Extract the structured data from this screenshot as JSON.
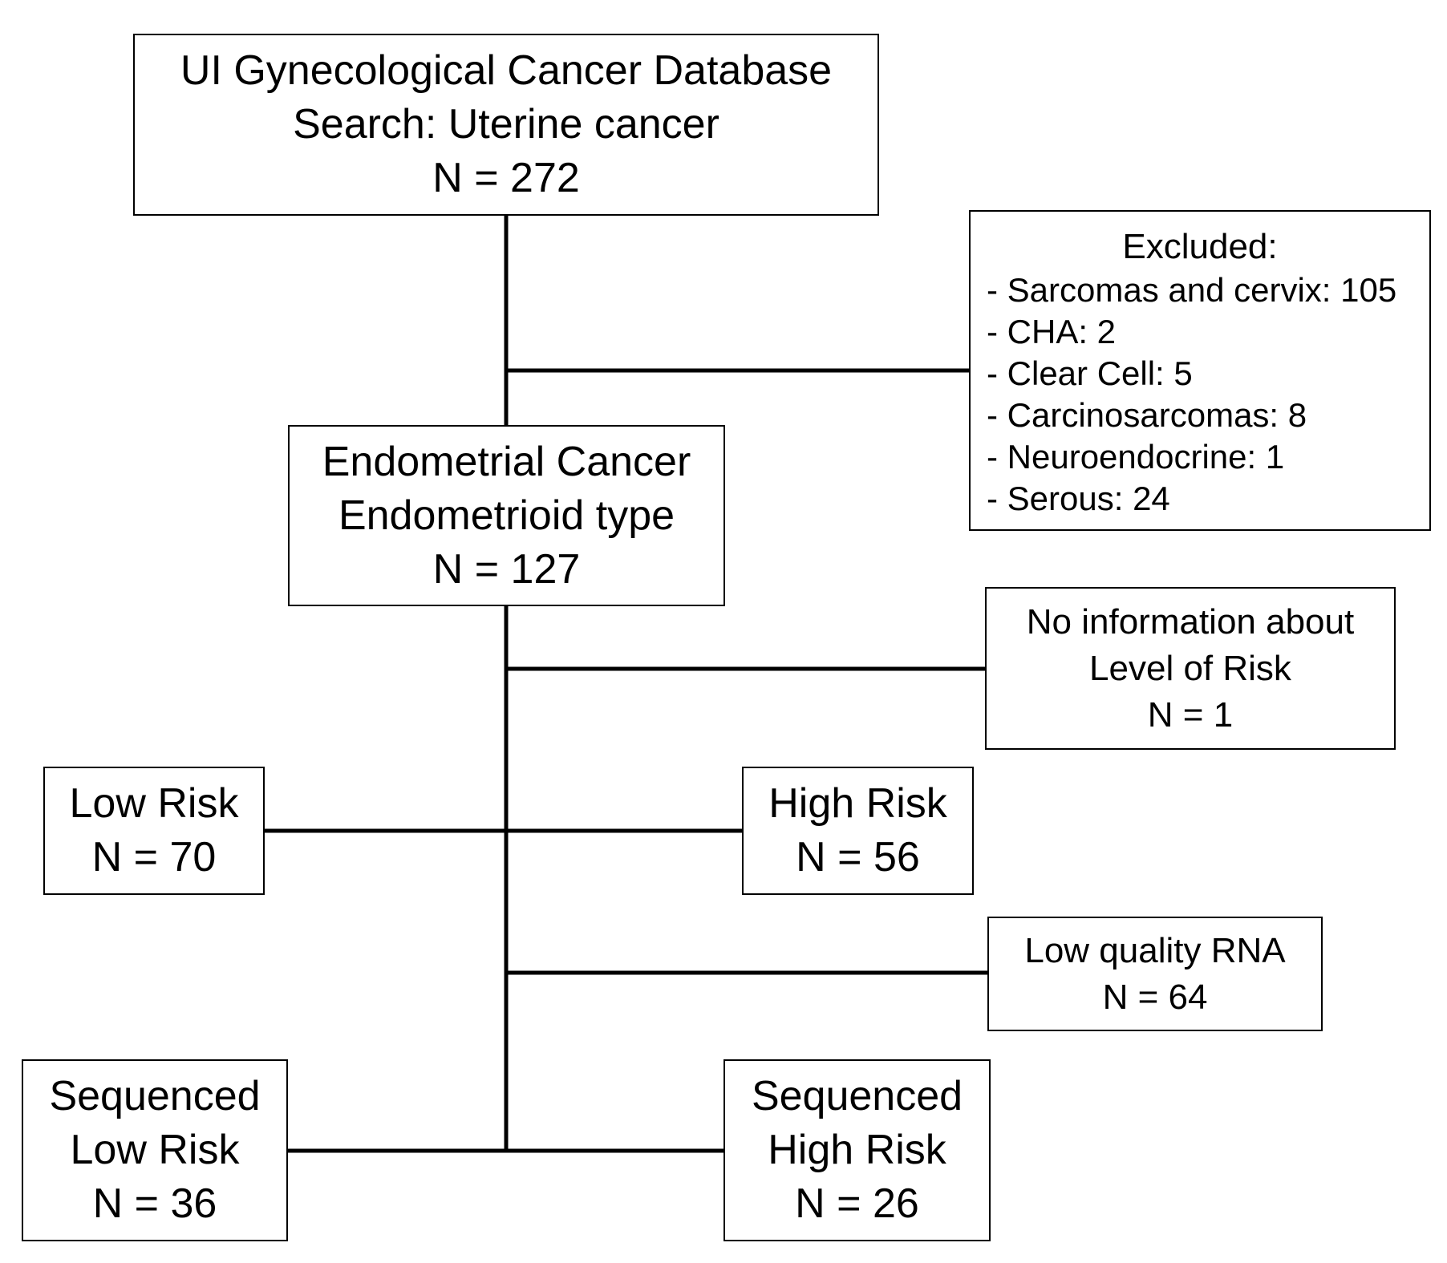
{
  "diagram": {
    "nodes": {
      "database": {
        "lines": [
          "UI Gynecological Cancer Database",
          "Search: Uterine cancer",
          "N = 272"
        ]
      },
      "excluded": {
        "title": "Excluded:",
        "items": [
          "- Sarcomas and cervix: 105",
          "- CHA: 2",
          "- Clear Cell: 5",
          "- Carcinosarcomas: 8",
          "- Neuroendocrine: 1",
          "- Serous: 24"
        ]
      },
      "endometrial": {
        "lines": [
          "Endometrial Cancer",
          "Endometrioid type",
          "N = 127"
        ]
      },
      "no_info": {
        "lines": [
          "No information about",
          "Level of Risk",
          "N = 1"
        ]
      },
      "low_risk": {
        "lines": [
          "Low Risk",
          "N = 70"
        ]
      },
      "high_risk": {
        "lines": [
          "High Risk",
          "N = 56"
        ]
      },
      "low_rna": {
        "lines": [
          "Low quality RNA",
          "N = 64"
        ]
      },
      "seq_low": {
        "lines": [
          "Sequenced",
          "Low Risk",
          "N = 36"
        ]
      },
      "seq_high": {
        "lines": [
          "Sequenced",
          "High Risk",
          "N = 26"
        ]
      }
    },
    "colors": {
      "line": "#000000",
      "border": "#000000",
      "background": "#ffffff"
    }
  }
}
